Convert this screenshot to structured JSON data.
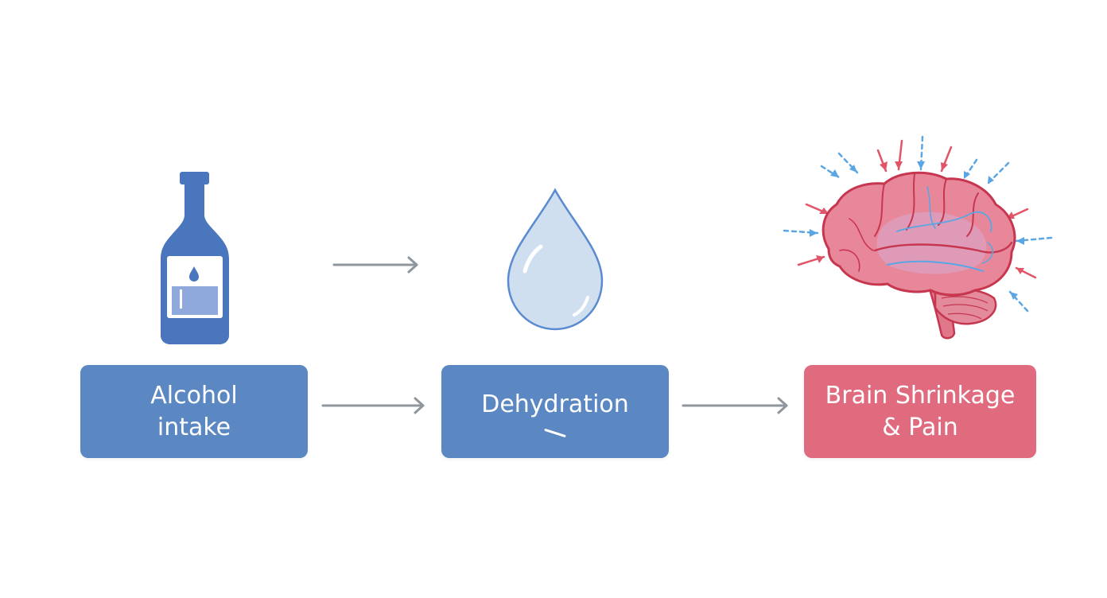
{
  "colors": {
    "blue_box": "#5b88c3",
    "red_box": "#e06b7e",
    "arrow": "#8f969c",
    "bottle": "#4a76bd",
    "drop_fill": "#cfdff0",
    "drop_stroke": "#5a8bd0",
    "brain_red": "#e25568",
    "brain_blue": "#5aa6e4"
  },
  "steps": [
    {
      "line1": "Alcohol",
      "line2": "intake",
      "icon": "bottle-icon"
    },
    {
      "line1": "Dehydration",
      "line2": "",
      "icon": "water-drop-icon"
    },
    {
      "line1": "Brain Shrinkage",
      "line2": "& Pain",
      "icon": "brain-icon"
    }
  ]
}
